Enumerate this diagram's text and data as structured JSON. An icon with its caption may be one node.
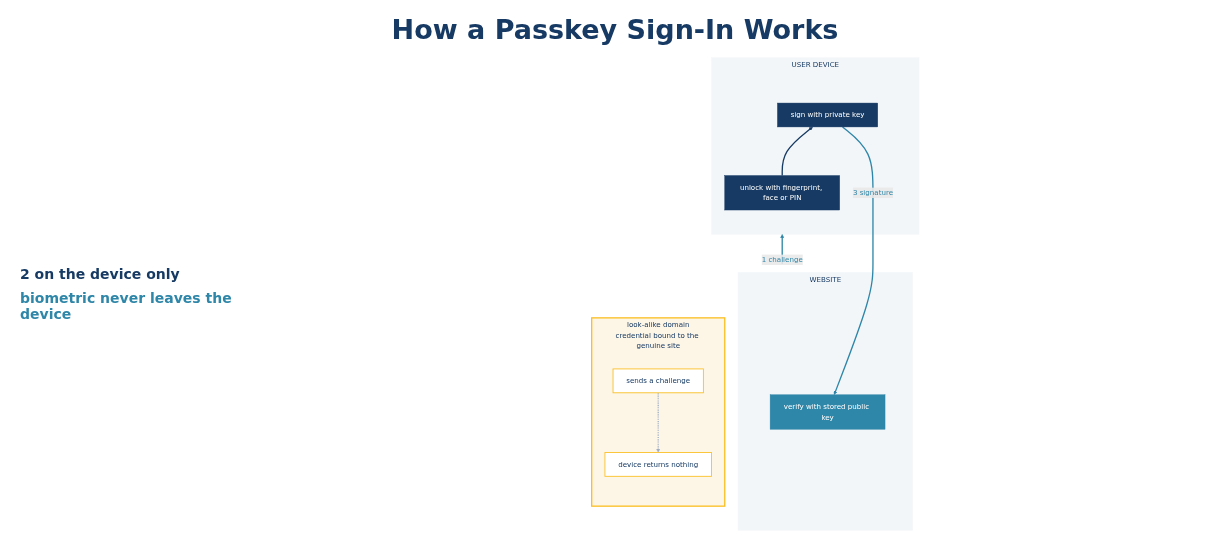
{
  "diagram": {
    "title": "How a Passkey Sign-In Works",
    "nodes": [
      {
        "text": [
          "USER DEVICE"
        ]
      },
      {
        "text": [
          "unlock with fingerprint, face or PIN"
        ],
        "in": 0
      },
      {
        "text": [
          "sign with private key"
        ],
        "in": 0
      },
      {
        "text": [
          "WEBSITE"
        ]
      },
      {
        "text": [
          "verify with stored public key"
        ],
        "in": 3
      },
      {
        "text": [
          "look-alike domain",
          "credential bound to the genuine site"
        ]
      },
      {
        "text": [
          "sends a challenge"
        ],
        "in": 5
      },
      {
        "text": [
          "device returns nothing"
        ],
        "in": 5
      }
    ],
    "edges": [
      {
        "from": 1,
        "to": 2,
        "arrow": "to",
        "color": "#163a63"
      },
      {
        "from": 3,
        "to": 0,
        "arrow": "to",
        "label": "1 challenge"
      },
      {
        "from": 2,
        "to": 4,
        "arrow": "to",
        "label": "3 signature"
      },
      {
        "from": 6,
        "to": 7,
        "arrow": "to",
        "style": "dashed",
        "color": "#a0b0c4"
      }
    ],
    "labels": [
      "2 on the device only",
      "biometric never leaves the device"
    ]
  }
}
